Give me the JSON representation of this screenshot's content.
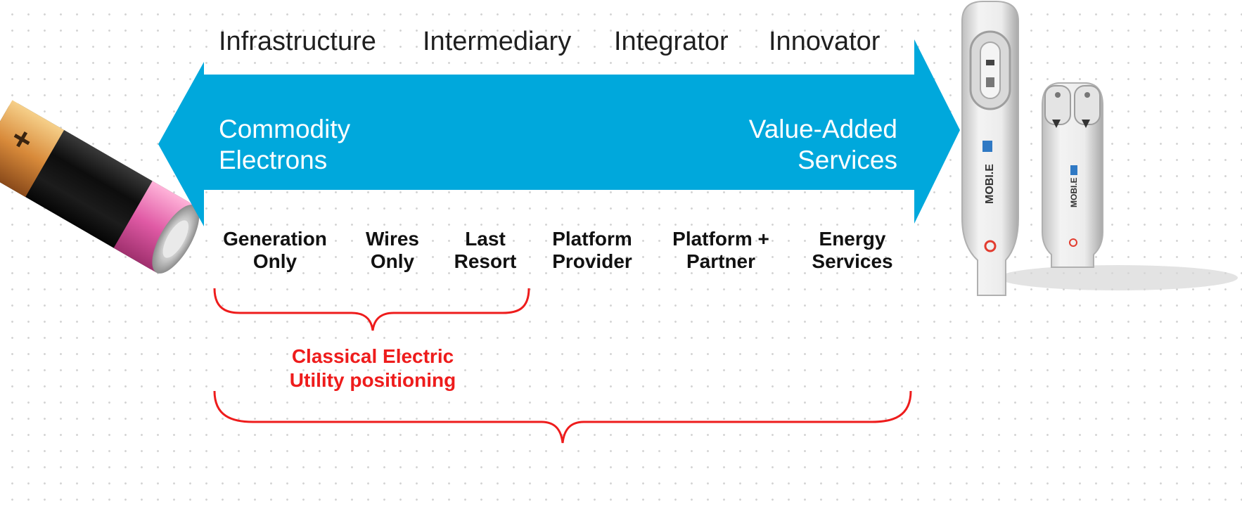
{
  "arrow": {
    "archetypes": [
      "Infrastructure",
      "Intermediary",
      "Integrator",
      "Innovator"
    ],
    "left_end": {
      "line1": "Commodity",
      "line2": "Electrons"
    },
    "right_end": {
      "line1": "Value-Added",
      "line2": "Services"
    }
  },
  "business_models": [
    {
      "line1": "Generation",
      "line2": "Only"
    },
    {
      "line1": "Wires",
      "line2": "Only"
    },
    {
      "line1": "Last",
      "line2": "Resort"
    },
    {
      "line1": "Platform",
      "line2": "Provider"
    },
    {
      "line1": "Platform +",
      "line2": "Partner"
    },
    {
      "line1": "Energy",
      "line2": "Services"
    }
  ],
  "bracket_label": {
    "line1": "Classical Electric",
    "line2": "Utility positioning"
  },
  "charger_brand": "MOBI.E",
  "colors": {
    "arrow": "#00a8dc",
    "bracket": "#ee1c1c",
    "bracket_text": "#ee1c1c"
  },
  "icons": [
    "battery-image",
    "ev-charger-image"
  ]
}
